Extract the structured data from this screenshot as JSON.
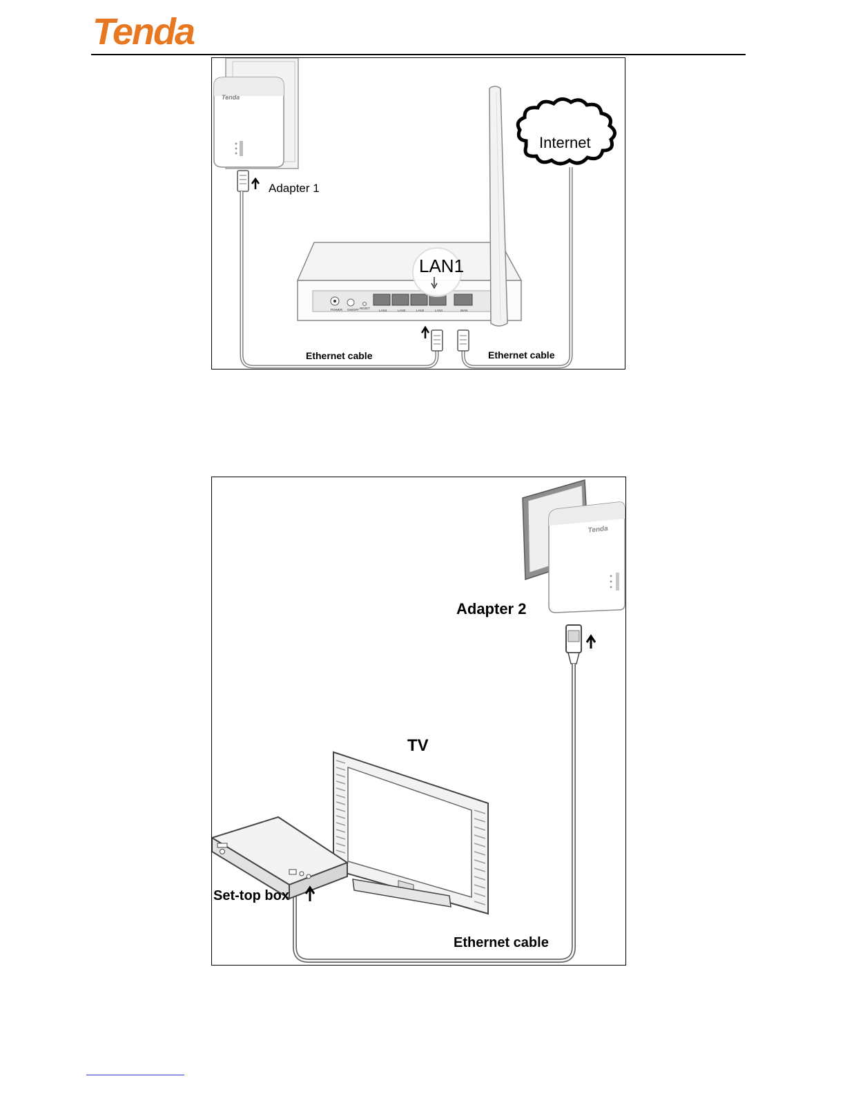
{
  "brand": {
    "logo_text": "Tenda",
    "color": "#e87722"
  },
  "figure1": {
    "adapter_label": "Adapter 1",
    "device_brand": "Tenda",
    "internet_label": "Internet",
    "lan_label": "LAN1",
    "cable_left_label": "Ethernet cable",
    "cable_right_label": "Ethernet cable"
  },
  "figure2": {
    "adapter_label": "Adapter 2",
    "device_brand": "Tenda",
    "tv_label": "TV",
    "settop_label": "Set-top box",
    "cable_label": "Ethernet cable"
  }
}
